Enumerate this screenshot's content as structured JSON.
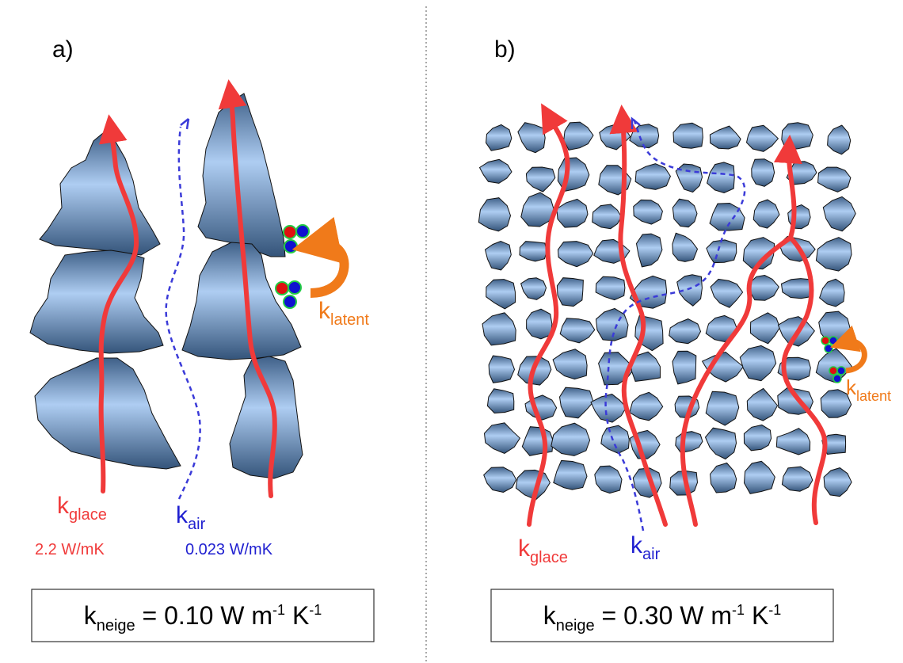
{
  "panels": {
    "a": {
      "label": "a)",
      "k_glace": {
        "k": "k",
        "sub": "glace"
      },
      "k_glace_value": "2.2 W/mK",
      "k_air": {
        "k": "k",
        "sub": "air"
      },
      "k_air_value": "0.023 W/mK",
      "k_latent": {
        "k": "k",
        "sub": "latent"
      },
      "formula": {
        "k": "k",
        "sub": "neige",
        "eq": " = 0.10 W m",
        "exp1": "-1",
        "mid": " K",
        "exp2": "-1"
      }
    },
    "b": {
      "label": "b)",
      "k_glace": {
        "k": "k",
        "sub": "glace"
      },
      "k_air": {
        "k": "k",
        "sub": "air"
      },
      "k_latent": {
        "k": "k",
        "sub": "latent"
      },
      "formula": {
        "k": "k",
        "sub": "neige",
        "eq": " = 0.30 W m",
        "exp1": "-1",
        "mid": " K",
        "exp2": "-1"
      }
    }
  },
  "colors": {
    "ice_path": "#f03a3a",
    "air_path": "#3b3bd8",
    "latent_arrow": "#f07a1a",
    "grain_light": "#aac8ee",
    "grain_dark": "#3e5f82",
    "molecule_red": "#e01010",
    "molecule_blue": "#1010d0",
    "molecule_ring": "#22cc44"
  }
}
